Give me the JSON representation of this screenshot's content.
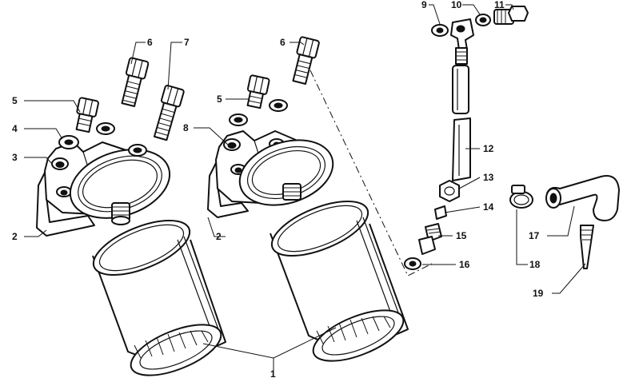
{
  "callouts": {
    "c1": "1",
    "c2_left": "2",
    "c2_right": "2",
    "c3": "3",
    "c4": "4",
    "c5_left": "5",
    "c5_right": "5",
    "c6_left": "6",
    "c6_right": "6",
    "c7": "7",
    "c8": "8",
    "c9": "9",
    "c10": "10",
    "c11": "11",
    "c12": "12",
    "c13": "13",
    "c14": "14",
    "c15": "15",
    "c16": "16",
    "c17": "17",
    "c18": "18",
    "c19": "19"
  },
  "colors": {
    "ink": "#111111",
    "paper": "#ffffff"
  }
}
